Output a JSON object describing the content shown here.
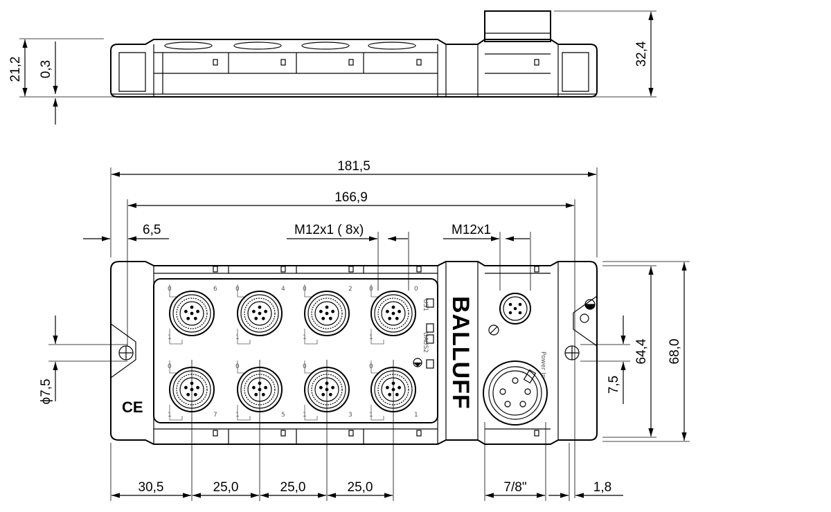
{
  "brand": "BALLUFF",
  "ce_mark": "CE",
  "dimensions": {
    "side_height": "21,2",
    "side_offset": "0,3",
    "side_total_height": "32,4",
    "overall_length": "181,5",
    "hole_spacing": "166,9",
    "edge_to_hole": "6,5",
    "connector_thread": "M12x1  ( 8x)",
    "power_thread": "M12x1",
    "hole_diameter": "ϕ7,5",
    "height_holes": "64,4",
    "overall_height": "68,0",
    "hole_offset": "7,5",
    "first_pitch": "30,5",
    "pitch_1": "25,0",
    "pitch_2": "25,0",
    "pitch_3": "25,0",
    "power_connector": "7/8\"",
    "tab_offset": "1,8"
  },
  "port_numbers": {
    "top_row": [
      "6",
      "4",
      "2",
      "0"
    ],
    "bottom_row": [
      "7",
      "5",
      "3",
      "1"
    ]
  },
  "pin_labels": {
    "left": "0",
    "right": "1"
  },
  "led_labels": [
    "US1",
    "UA",
    "US2"
  ],
  "power_label": "Power In",
  "colors": {
    "line": "#000000",
    "secondary": "#555555",
    "background": "#ffffff"
  },
  "icons": [
    "ground-symbol-icon",
    "mounting-hole-icon"
  ]
}
